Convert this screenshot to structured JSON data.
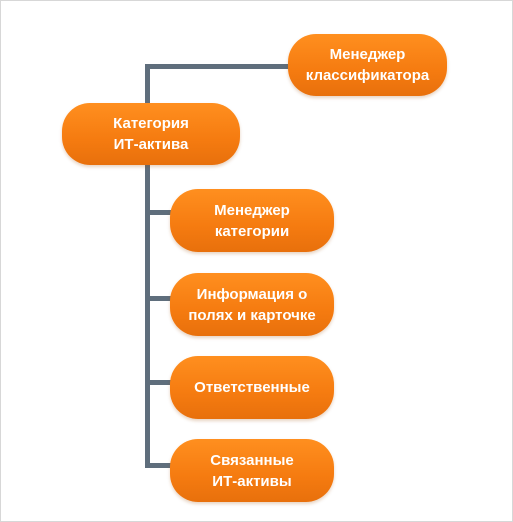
{
  "diagram": {
    "root": {
      "line1": "Менеджер",
      "line2": "классификатора"
    },
    "category": {
      "line1": "Категория",
      "line2": "ИТ-актива"
    },
    "children": [
      {
        "line1": "Менеджер",
        "line2": "категории"
      },
      {
        "line1": "Информация о",
        "line2": "полях и карточке"
      },
      {
        "line1": "Ответственные",
        "line2": ""
      },
      {
        "line1": "Связанные",
        "line2": "ИТ-активы"
      }
    ],
    "colors": {
      "node_fill": "#f57b10",
      "node_text": "#ffffff",
      "connector": "#5f6e7c"
    }
  }
}
